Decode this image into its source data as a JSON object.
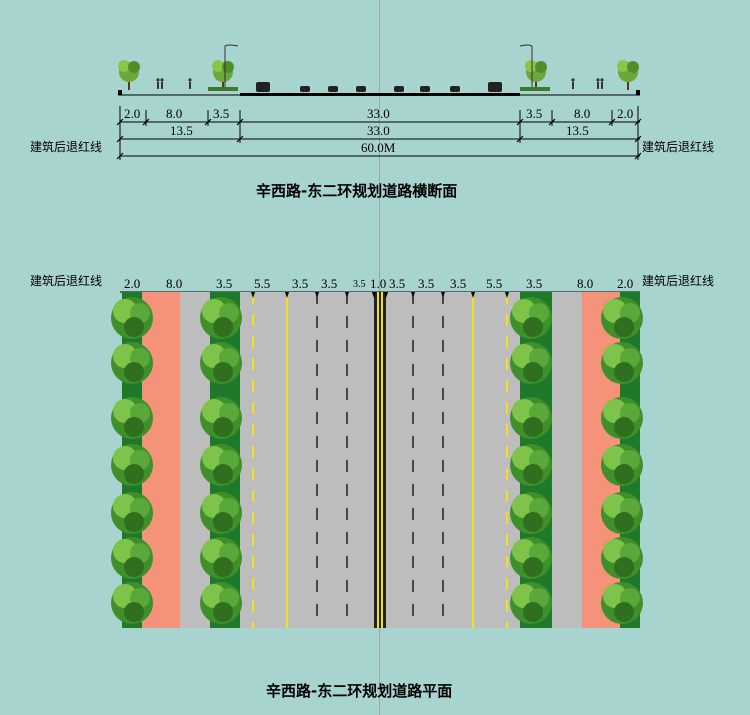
{
  "section": {
    "dims_row1": [
      "2.0",
      "8.0",
      "3.5",
      "33.0",
      "3.5",
      "8.0",
      "2.0"
    ],
    "dims_row2": [
      "13.5",
      "33.0",
      "13.5"
    ],
    "total": "60.0M",
    "setback_left": "建筑后退红线",
    "setback_right": "建筑后退红线",
    "title": "辛西路-东二环规划道路横断面"
  },
  "plan": {
    "setback_left": "建筑后退红线",
    "setback_right": "建筑后退红线",
    "dims": [
      "2.0",
      "8.0",
      "3.5",
      "5.5",
      "3.5",
      "3.5",
      "3.5",
      "1.0",
      "3.5",
      "3.5",
      "3.5",
      "5.5",
      "3.5",
      "8.0",
      "2.0"
    ],
    "title": "辛西路-东二环规划道路平面"
  },
  "colors": {
    "background": "#a8d4d0",
    "sidewalk": "#f4927a",
    "road": "#bdbdbd",
    "greenbelt": "#1e7a2a",
    "lane_yellow": "#f0e020"
  }
}
